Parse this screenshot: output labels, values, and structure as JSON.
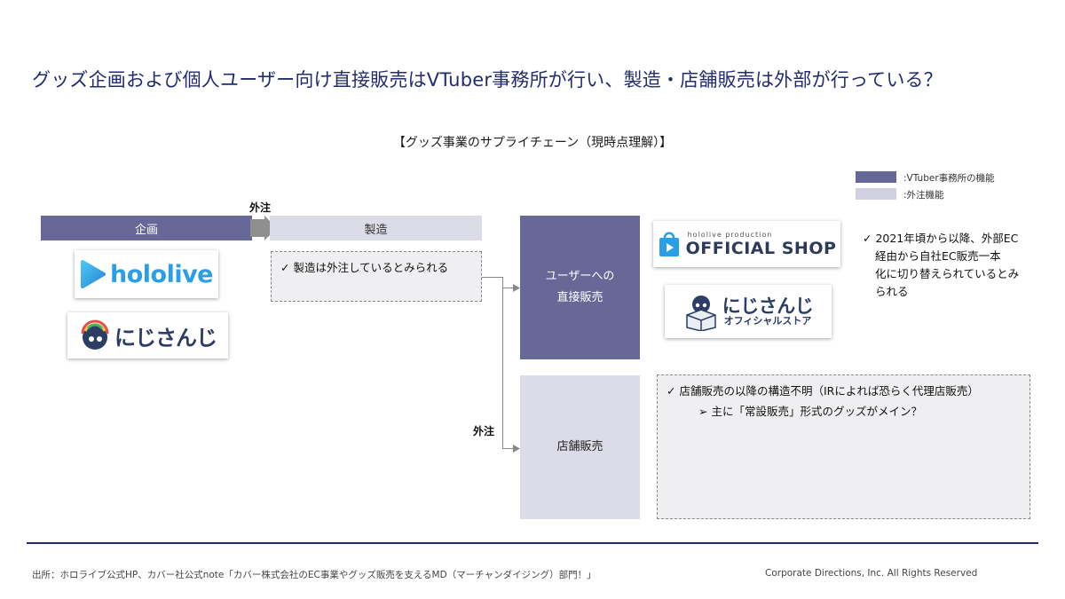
{
  "title": "グッズ企画および個人ユーザー向け直接販売はVTuber事務所が行い、製造・店舗販売は外部が行っている？",
  "subtitle": "【グッズ事業のサプライチェーン（現時点理解）】",
  "legend": [
    {
      "label": ":VTuber事務所の機能",
      "color": "#676897"
    },
    {
      "label": ":外注機能",
      "color": "#d1d0e0"
    }
  ],
  "flow": {
    "planning": "企画",
    "manufacturing": "製造",
    "outsource_top": "外注",
    "outsource_bottom": "外注",
    "manufacturing_note": "✓ 製造は外注しているとみられる",
    "direct_sales_line1": "ユーザーへの",
    "direct_sales_line2": "直接販売",
    "store_sales": "店舗販売"
  },
  "logos": {
    "hololive": "hololive",
    "nijisanji": "にじさんじ",
    "official_shop_small": "hololive production",
    "official_shop": "OFFICIAL SHOP",
    "niji_store_main": "にじさんじ",
    "niji_store_sub": "オフィシャルストア"
  },
  "notes": {
    "ec_line1": "✓ 2021年頃から以降、外部EC",
    "ec_line2": "経由から自社EC販売一本",
    "ec_line3": "化に切り替えられているとみ",
    "ec_line4": "られる",
    "store_line1": "✓ 店舗販売の以降の構造不明（IRによれば恐らく代理店販売）",
    "store_line2": "➢ 主に「常設販売」形式のグッズがメイン？"
  },
  "footer": {
    "source": "出所：ホロライブ公式HP、カバー社公式note「カバー株式会社のEC事業やグッズ販売を支えるMD（マーチャンダイジング）部門！」",
    "copyright": "Corporate Directions, Inc. All Rights Reserved"
  }
}
